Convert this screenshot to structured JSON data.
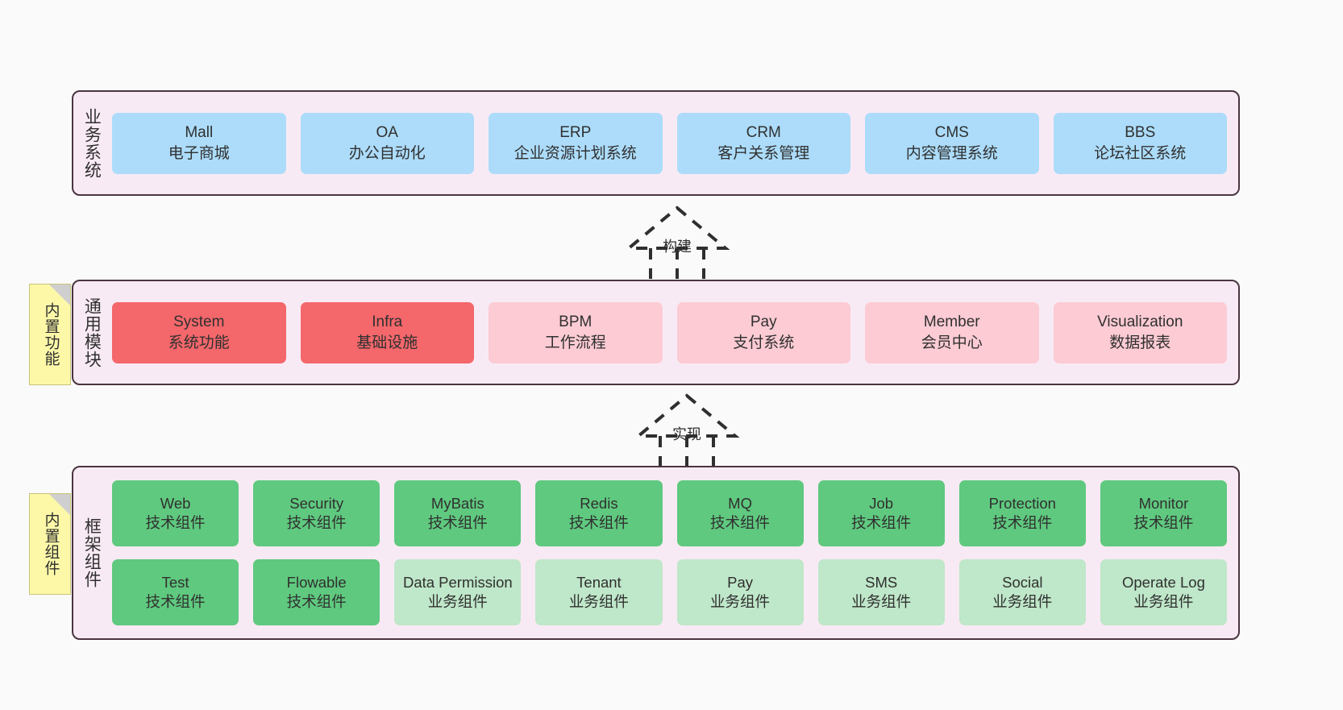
{
  "diagram": {
    "title_hidden": "",
    "colors": {
      "panel_bg": "#F8EAF4",
      "panel_border": "#4A3540",
      "business_card": "#ACDCFA",
      "module_active": "#F4676B",
      "module_planned": "#FCCBD4",
      "tech_component": "#5FC97F",
      "biz_component": "#BFE7C9",
      "note_bg": "#FCF8A8",
      "canvas_bg": "#FAFAFA"
    }
  },
  "notes": [
    {
      "id": "builtin-function",
      "label": "内置功能"
    },
    {
      "id": "builtin-component",
      "label": "内置组件"
    }
  ],
  "connectors": [
    {
      "id": "build",
      "label": "构建",
      "style": "dashed-hollow-triangle"
    },
    {
      "id": "implement",
      "label": "实现",
      "style": "dashed-hollow-triangle"
    }
  ],
  "layers": [
    {
      "id": "business",
      "title": "业务系统",
      "rows": [
        {
          "cards": [
            {
              "en": "Mall",
              "cn": "电子商城",
              "color": "c-blue"
            },
            {
              "en": "OA",
              "cn": "办公自动化",
              "color": "c-blue"
            },
            {
              "en": "ERP",
              "cn": "企业资源计划系统",
              "color": "c-blue"
            },
            {
              "en": "CRM",
              "cn": "客户关系管理",
              "color": "c-blue"
            },
            {
              "en": "CMS",
              "cn": "内容管理系统",
              "color": "c-blue"
            },
            {
              "en": "BBS",
              "cn": "论坛社区系统",
              "color": "c-blue"
            }
          ]
        }
      ]
    },
    {
      "id": "common",
      "title": "通用模块",
      "rows": [
        {
          "cards": [
            {
              "en": "System",
              "cn": "系统功能",
              "color": "c-red"
            },
            {
              "en": "Infra",
              "cn": "基础设施",
              "color": "c-red"
            },
            {
              "en": "BPM",
              "cn": "工作流程",
              "color": "c-pink"
            },
            {
              "en": "Pay",
              "cn": "支付系统",
              "color": "c-pink"
            },
            {
              "en": "Member",
              "cn": "会员中心",
              "color": "c-pink"
            },
            {
              "en": "Visualization",
              "cn": "数据报表",
              "color": "c-pink"
            }
          ]
        }
      ]
    },
    {
      "id": "framework",
      "title": "框架组件",
      "rows": [
        {
          "cards": [
            {
              "en": "Web",
              "cn": "技术组件",
              "color": "c-green"
            },
            {
              "en": "Security",
              "cn": "技术组件",
              "color": "c-green"
            },
            {
              "en": "MyBatis",
              "cn": "技术组件",
              "color": "c-green"
            },
            {
              "en": "Redis",
              "cn": "技术组件",
              "color": "c-green"
            },
            {
              "en": "MQ",
              "cn": "技术组件",
              "color": "c-green"
            },
            {
              "en": "Job",
              "cn": "技术组件",
              "color": "c-green"
            },
            {
              "en": "Protection",
              "cn": "技术组件",
              "color": "c-green"
            },
            {
              "en": "Monitor",
              "cn": "技术组件",
              "color": "c-green"
            }
          ]
        },
        {
          "cards": [
            {
              "en": "Test",
              "cn": "技术组件",
              "color": "c-green"
            },
            {
              "en": "Flowable",
              "cn": "技术组件",
              "color": "c-green"
            },
            {
              "en": "Data Permission",
              "cn": "业务组件",
              "color": "c-green-light"
            },
            {
              "en": "Tenant",
              "cn": "业务组件",
              "color": "c-green-light"
            },
            {
              "en": "Pay",
              "cn": "业务组件",
              "color": "c-green-light"
            },
            {
              "en": "SMS",
              "cn": "业务组件",
              "color": "c-green-light"
            },
            {
              "en": "Social",
              "cn": "业务组件",
              "color": "c-green-light"
            },
            {
              "en": "Operate Log",
              "cn": "业务组件",
              "color": "c-green-light"
            }
          ]
        }
      ]
    }
  ]
}
